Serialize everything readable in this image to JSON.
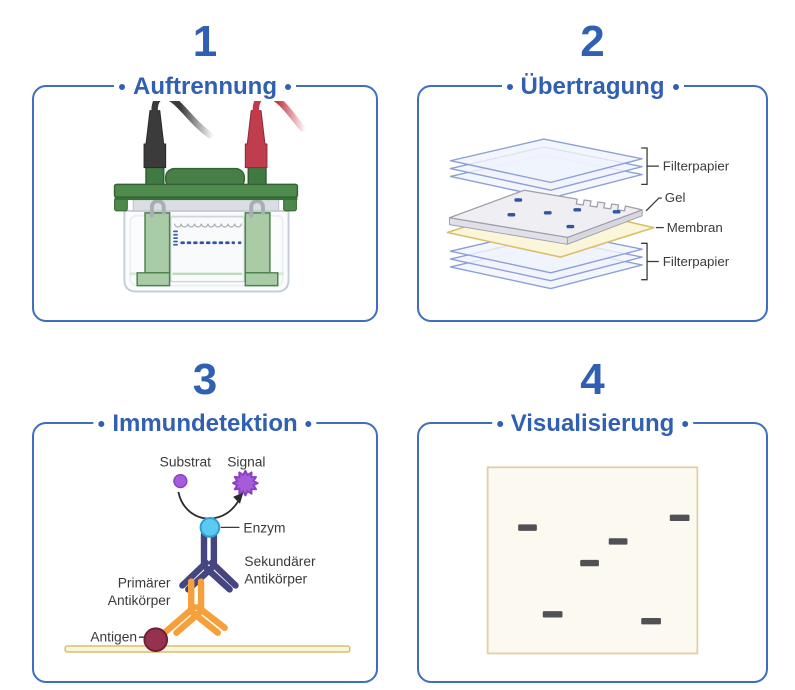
{
  "colors": {
    "accent_blue": "#3160B2",
    "panel_border_blue": "#3E6EC0",
    "diagram_label_text": "#3A3A3A",
    "lid_green": "#4E8B4D",
    "clamp_green": "#A9CBA6",
    "electrode_black": "#3B3B3B",
    "electrode_red": "#C03D4E",
    "gel_band_blue": "#2F55A8",
    "filter_paper_blue": "#8C9FD6",
    "membrane_gold": "#D9BE6E",
    "gel_grey": "#EFEFF3",
    "substrate_purple": "#A55CD9",
    "enzyme_cyan": "#5BC9F2",
    "primary_antibody_orange": "#F6A03C",
    "secondary_antibody_navy": "#45457F",
    "antigen_maroon": "#97324E",
    "blot_background": "#FCF9F1",
    "blot_border": "#E6CCA4",
    "blot_band_grey": "#515155"
  },
  "panels": [
    {
      "number": "1",
      "title": "Auftrennung"
    },
    {
      "number": "2",
      "title": "Übertragung",
      "labels": {
        "filterpapier_top": "Filterpapier",
        "gel": "Gel",
        "membran": "Membran",
        "filterpapier_bottom": "Filterpapier"
      }
    },
    {
      "number": "3",
      "title": "Immundetektion",
      "labels": {
        "substrat": "Substrat",
        "signal": "Signal",
        "enzym": "Enzym",
        "sekundaer_line1": "Sekundärer",
        "sekundaer_line2": "Antikörper",
        "primaer_line1": "Primärer",
        "primaer_line2": "Antikörper",
        "antigen": "Antigen"
      }
    },
    {
      "number": "4",
      "title": "Visualisierung",
      "band_count": 6
    }
  ]
}
